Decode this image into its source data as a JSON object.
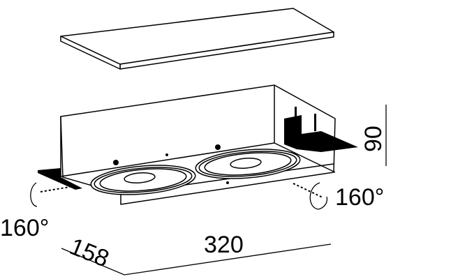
{
  "dimensions": {
    "height": "90",
    "length": "320",
    "width": "158",
    "tilt_right": "160°",
    "tilt_left": "160°"
  }
}
